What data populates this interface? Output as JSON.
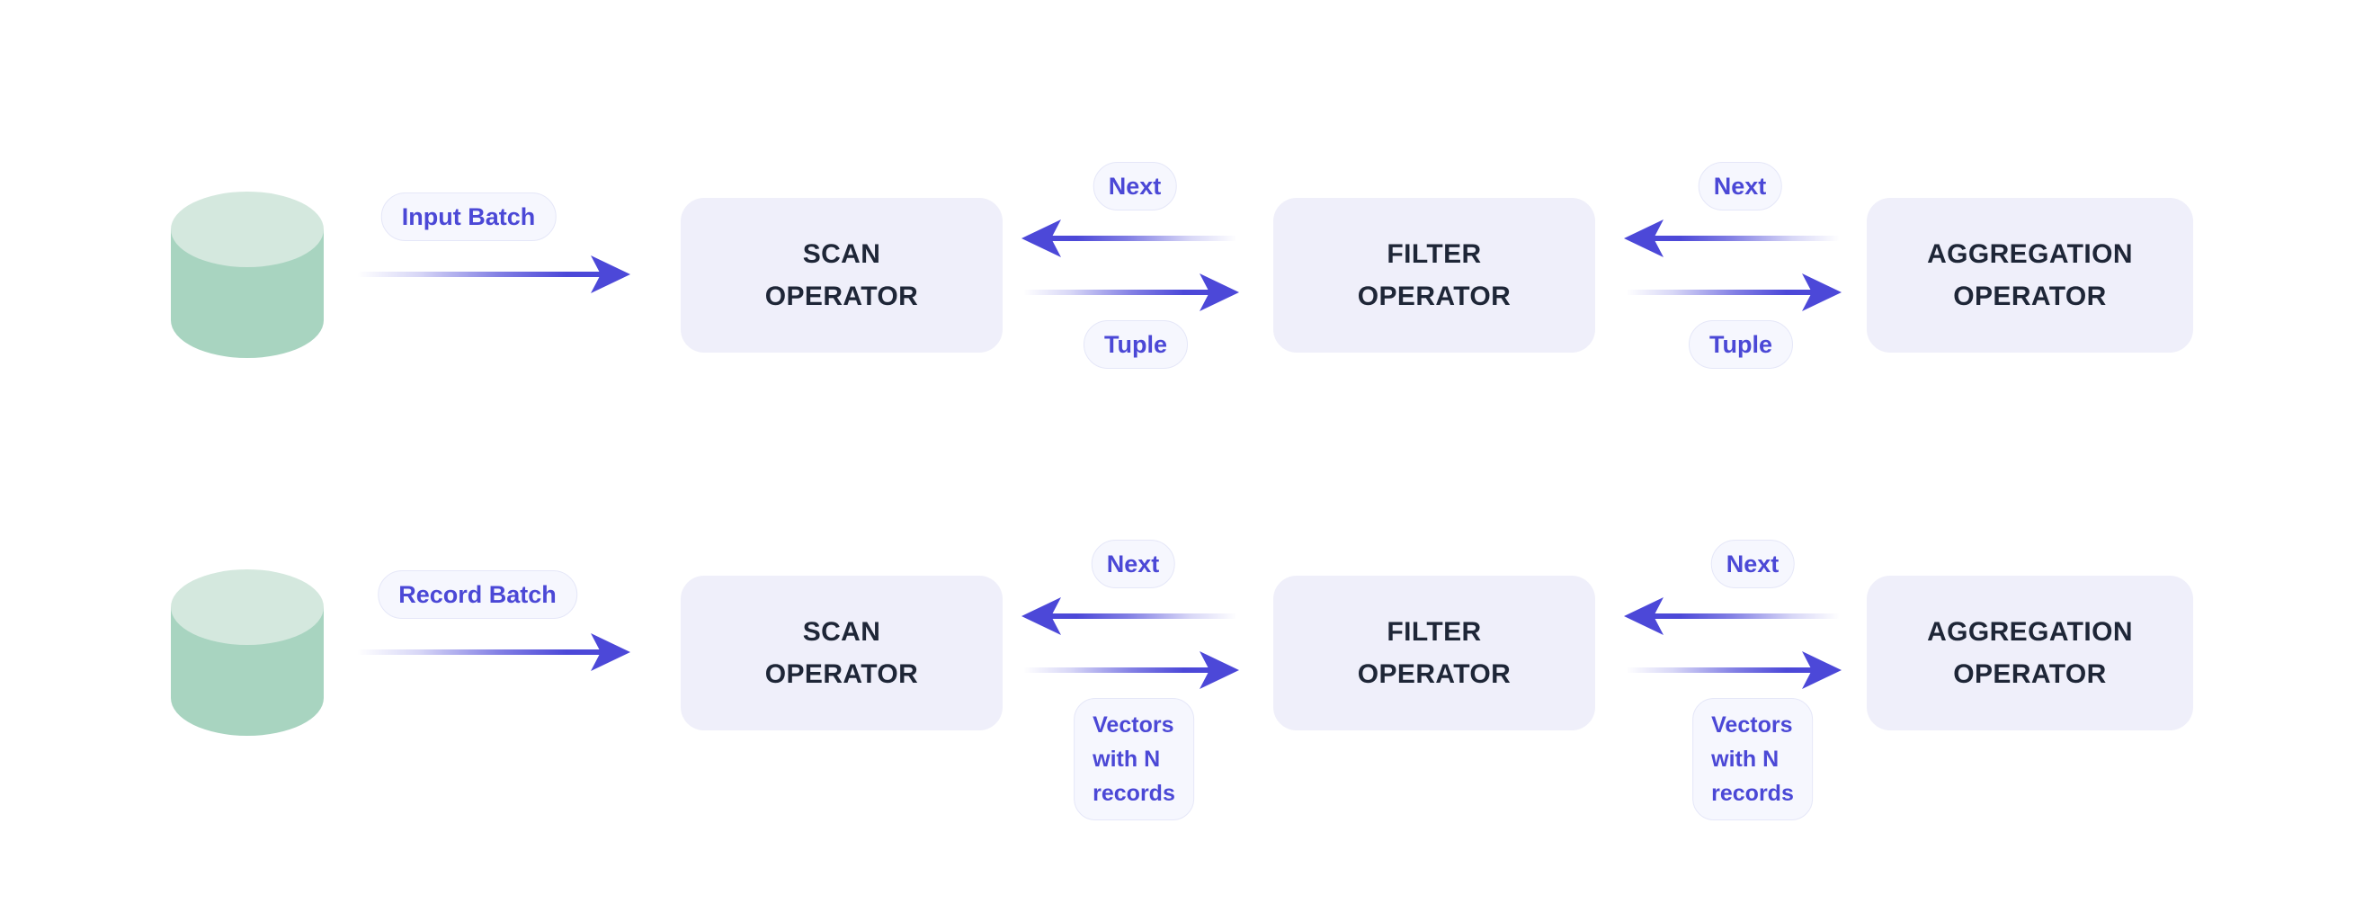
{
  "colors": {
    "page-bg": "#ffffff",
    "accent": "#4B48D6",
    "arrow": "#4C48D8",
    "box-bg": "#EFEFFA",
    "box-text": "#1E2637",
    "pill-bg": "#F6F7FE",
    "pill-border": "#E5E7F8",
    "cyl-body": "#A8D4C0",
    "cyl-top": "#D4E8DE"
  },
  "rows": [
    {
      "source_label": "Input Batch",
      "next_label": "Next",
      "payload_label": "Tuple",
      "operators": [
        "SCAN\nOPERATOR",
        "FILTER\nOPERATOR",
        "AGGREGATION\nOPERATOR"
      ]
    },
    {
      "source_label": "Record Batch",
      "next_label": "Next",
      "payload_label": "Vectors\nwith N\nrecords",
      "operators": [
        "SCAN\nOPERATOR",
        "FILTER\nOPERATOR",
        "AGGREGATION\nOPERATOR"
      ]
    }
  ]
}
